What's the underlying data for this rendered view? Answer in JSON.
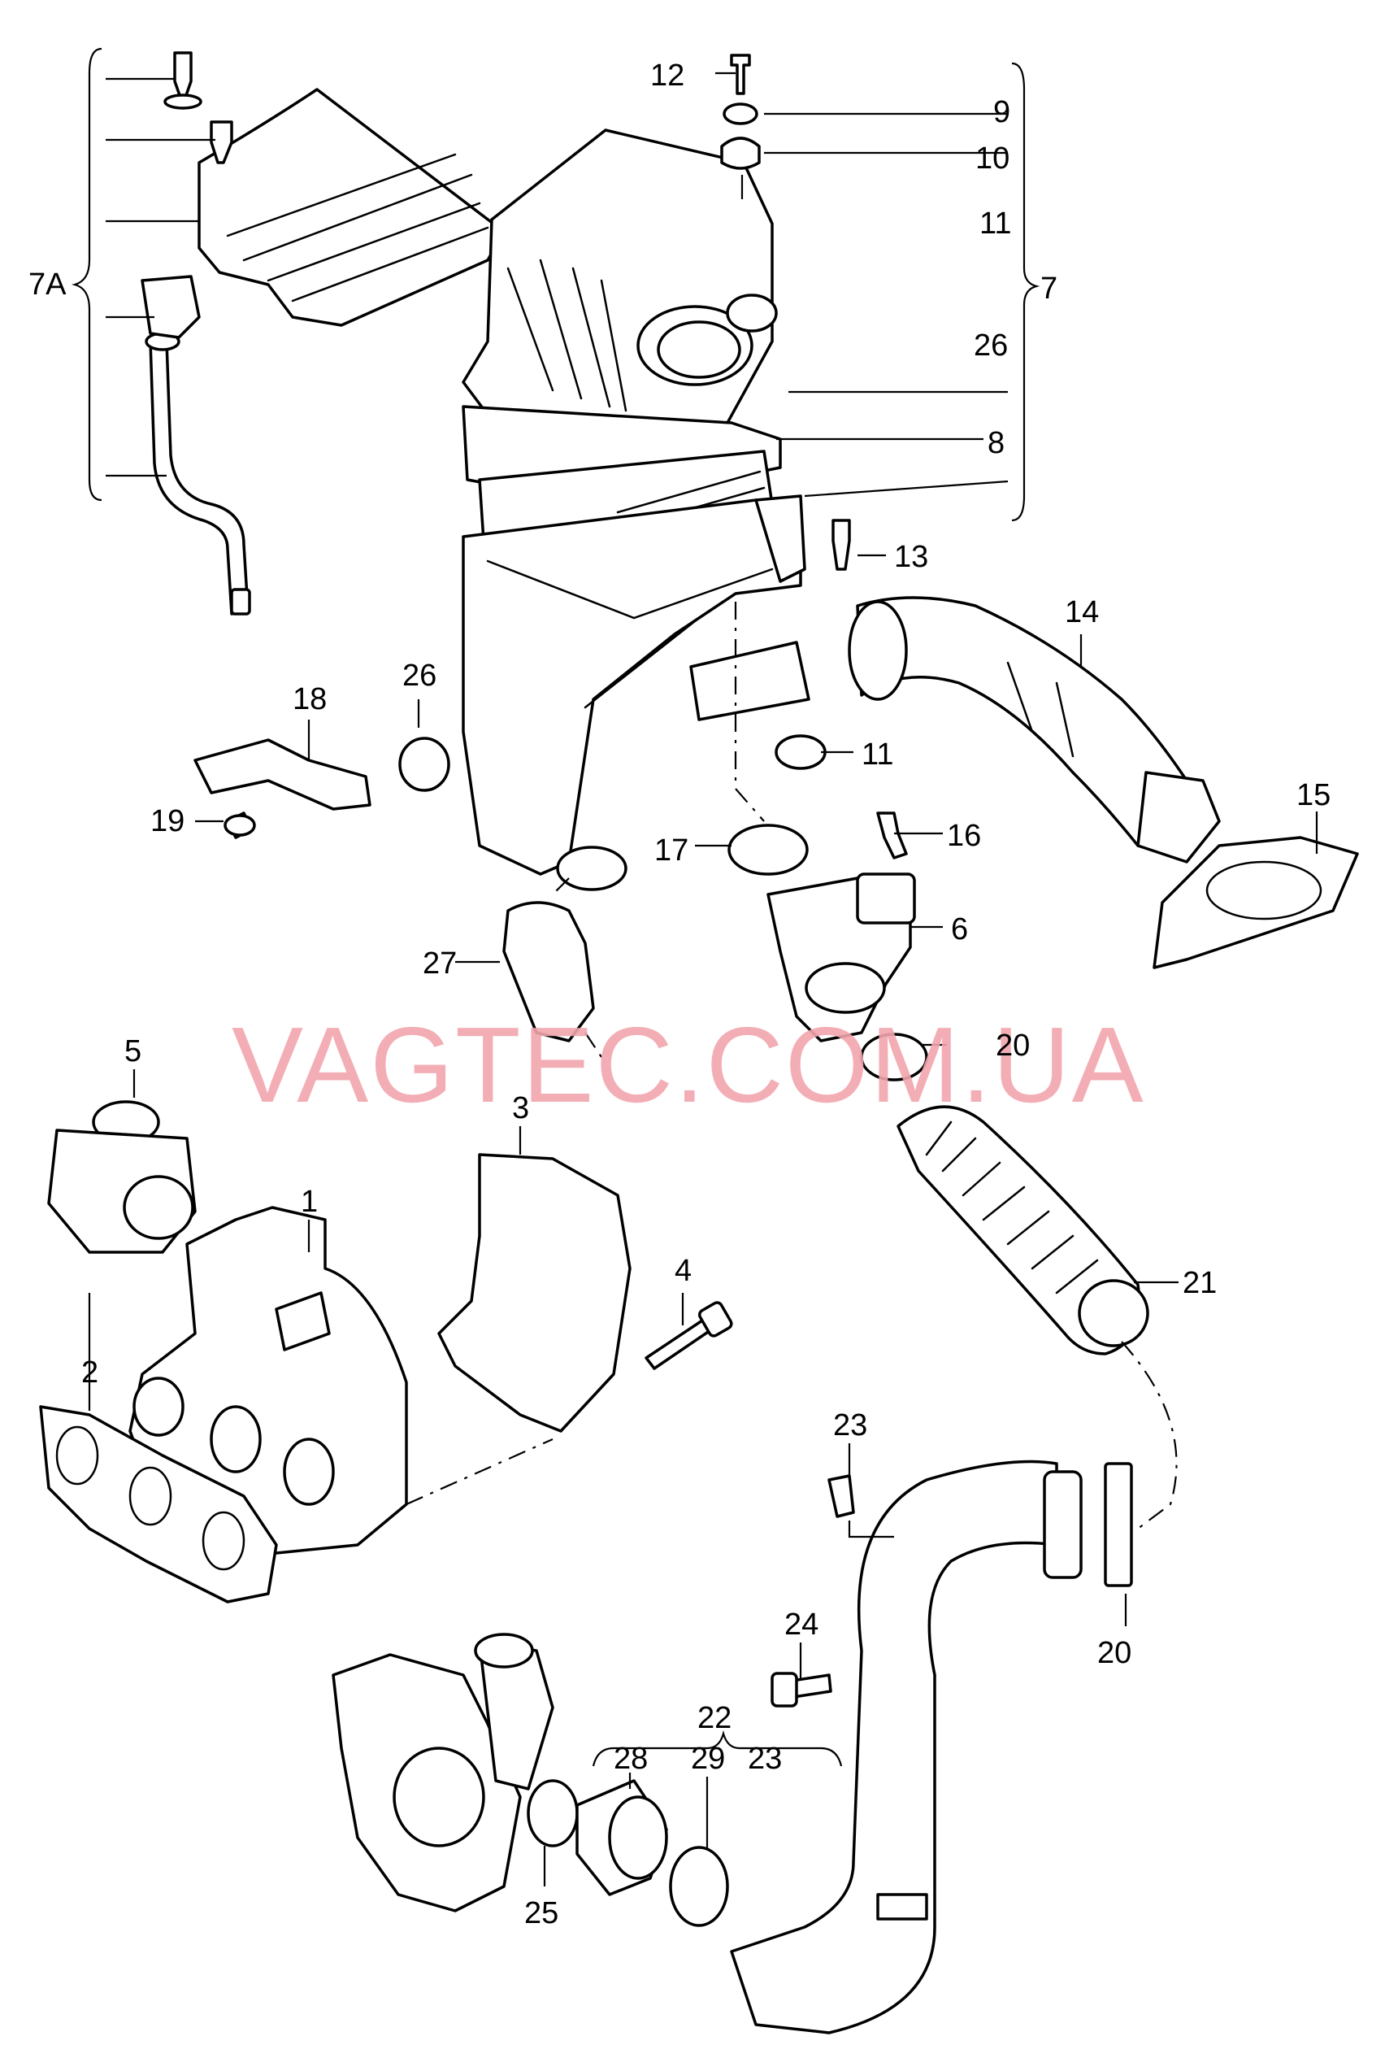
{
  "watermark": "VAGTEC.COM.UA",
  "callouts": {
    "c1": "1",
    "c2": "2",
    "c3": "3",
    "c4": "4",
    "c5": "5",
    "c6": "6",
    "c7": "7",
    "c7A": "7A",
    "c8": "8",
    "c9": "9",
    "c10": "10",
    "c11a": "11",
    "c11b": "11",
    "c12": "12",
    "c13": "13",
    "c14": "14",
    "c15": "15",
    "c16": "16",
    "c17": "17",
    "c18": "18",
    "c19": "19",
    "c20a": "20",
    "c20b": "20",
    "c21": "21",
    "c22": "22",
    "c23a": "23",
    "c23b": "23",
    "c24": "24",
    "c25": "25",
    "c26a": "26",
    "c26b": "26",
    "c27": "27",
    "c28": "28",
    "c29": "29"
  },
  "colors": {
    "line": "#000000",
    "watermark": "#f2a5ad"
  }
}
